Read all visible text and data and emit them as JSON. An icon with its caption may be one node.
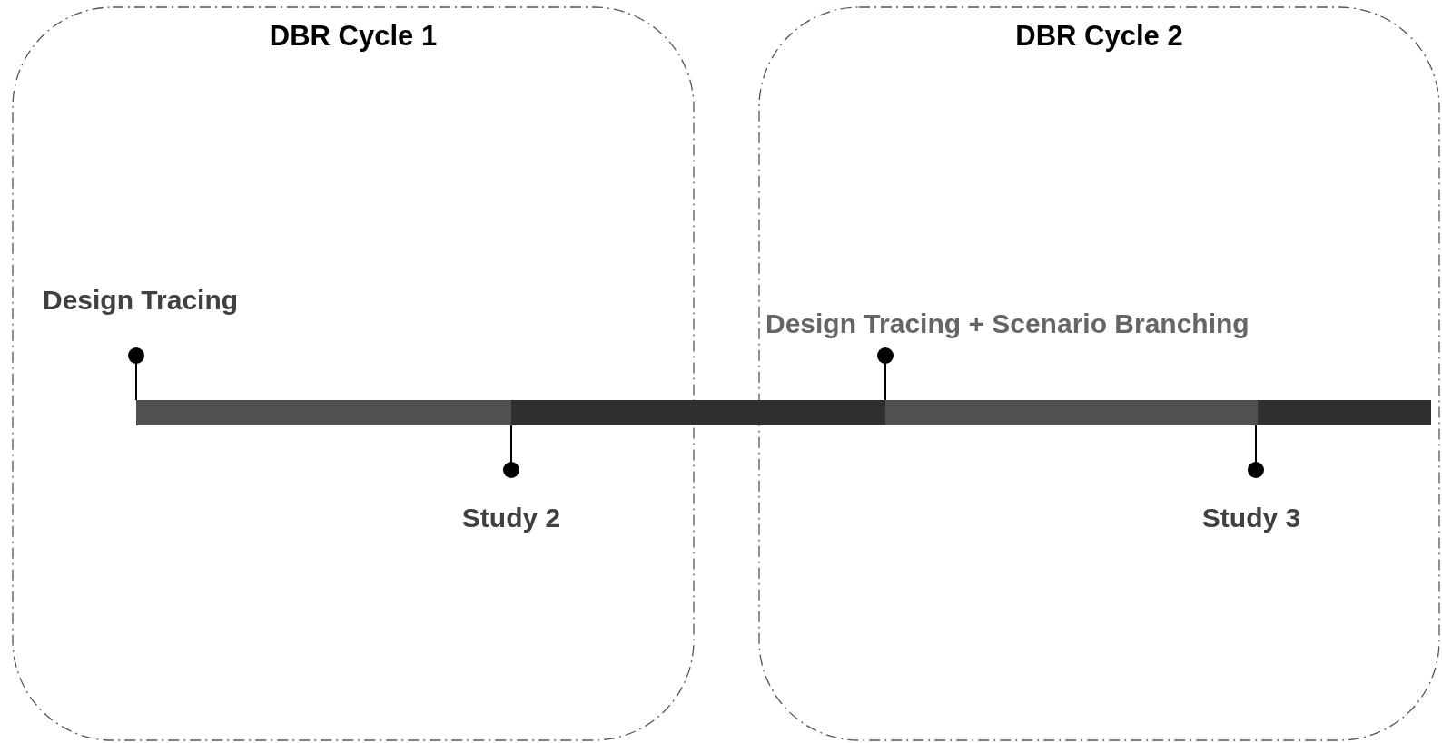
{
  "diagram": {
    "nodes": [
      {
        "text": [
          "DBR Cycle 1"
        ]
      },
      {
        "text": [
          "DBR Cycle 2"
        ]
      }
    ],
    "labels": [
      "Design Tracing",
      "Study 2",
      "Design Tracing + Scenario Branching",
      "Study 3"
    ]
  }
}
